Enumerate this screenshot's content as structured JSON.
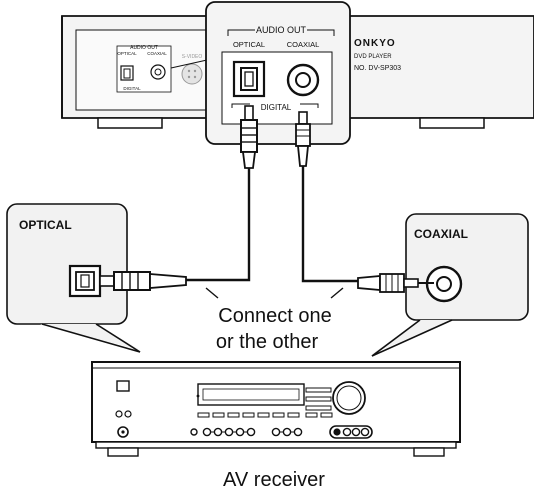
{
  "player": {
    "panel_label": "AUDIO OUT",
    "panel_optical": "OPTICAL",
    "panel_coaxial": "COAXIAL",
    "panel_digital": "DIGITAL",
    "zoom_audio_out": "AUDIO OUT",
    "zoom_optical": "OPTICAL",
    "zoom_coaxial": "COAXIAL",
    "zoom_digital": "DIGITAL",
    "brand": "ONKYO",
    "product": "DVD PLAYER",
    "model": "NO. DV-SP303",
    "svideo_hint": "S-VIDEO"
  },
  "callouts": {
    "optical": "OPTICAL",
    "coaxial": "COAXIAL"
  },
  "note": {
    "line1": "Connect one",
    "line2": "or the other"
  },
  "receiver": {
    "label": "AV receiver"
  },
  "colors": {
    "line": "#111111",
    "fill": "#ffffff",
    "panel_fill": "#f2f2f2",
    "box_fill": "#efefef"
  }
}
